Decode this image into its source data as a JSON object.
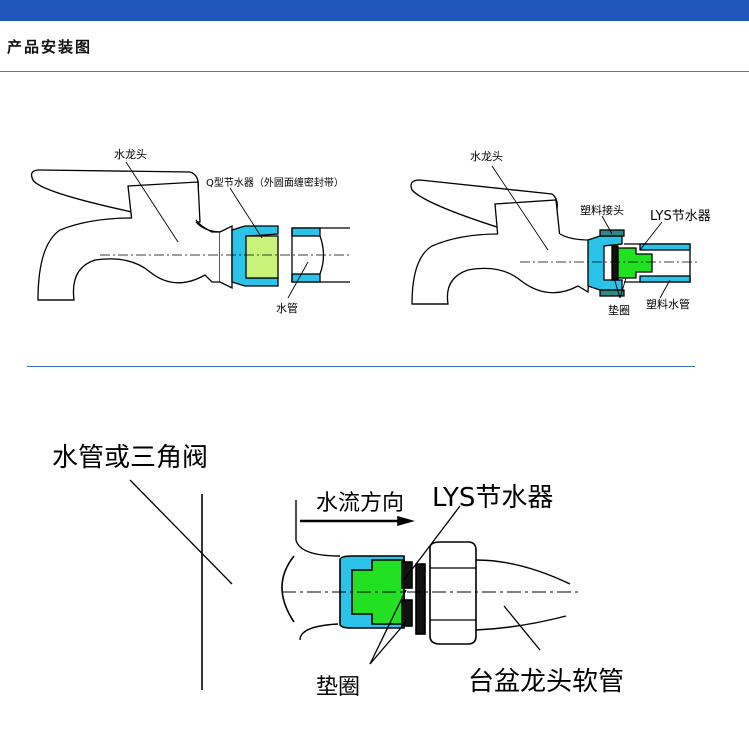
{
  "header": {
    "title": "产品安装图"
  },
  "diagram1": {
    "faucet_label": "水龙头",
    "saver_label": "Q型节水器（外圆面缠密封带）",
    "pipe_label": "水管"
  },
  "diagram2": {
    "faucet_label": "水龙头",
    "connector_label": "塑料接头",
    "saver_label": "LYS节水器",
    "gasket_label": "垫圈",
    "pipe_label": "塑料水管"
  },
  "diagram3": {
    "valve_label": "水管或三角阀",
    "flow_label": "水流方向",
    "saver_label": "LYS节水器",
    "gasket_label": "垫圈",
    "hose_label": "台盆龙头软管"
  },
  "colors": {
    "header_bar": "#1f56b8",
    "rule": "#4a7bc4",
    "cyan": "#2cc3e8",
    "light_green": "#c8f27a",
    "green": "#22e022",
    "outline": "#000000"
  }
}
